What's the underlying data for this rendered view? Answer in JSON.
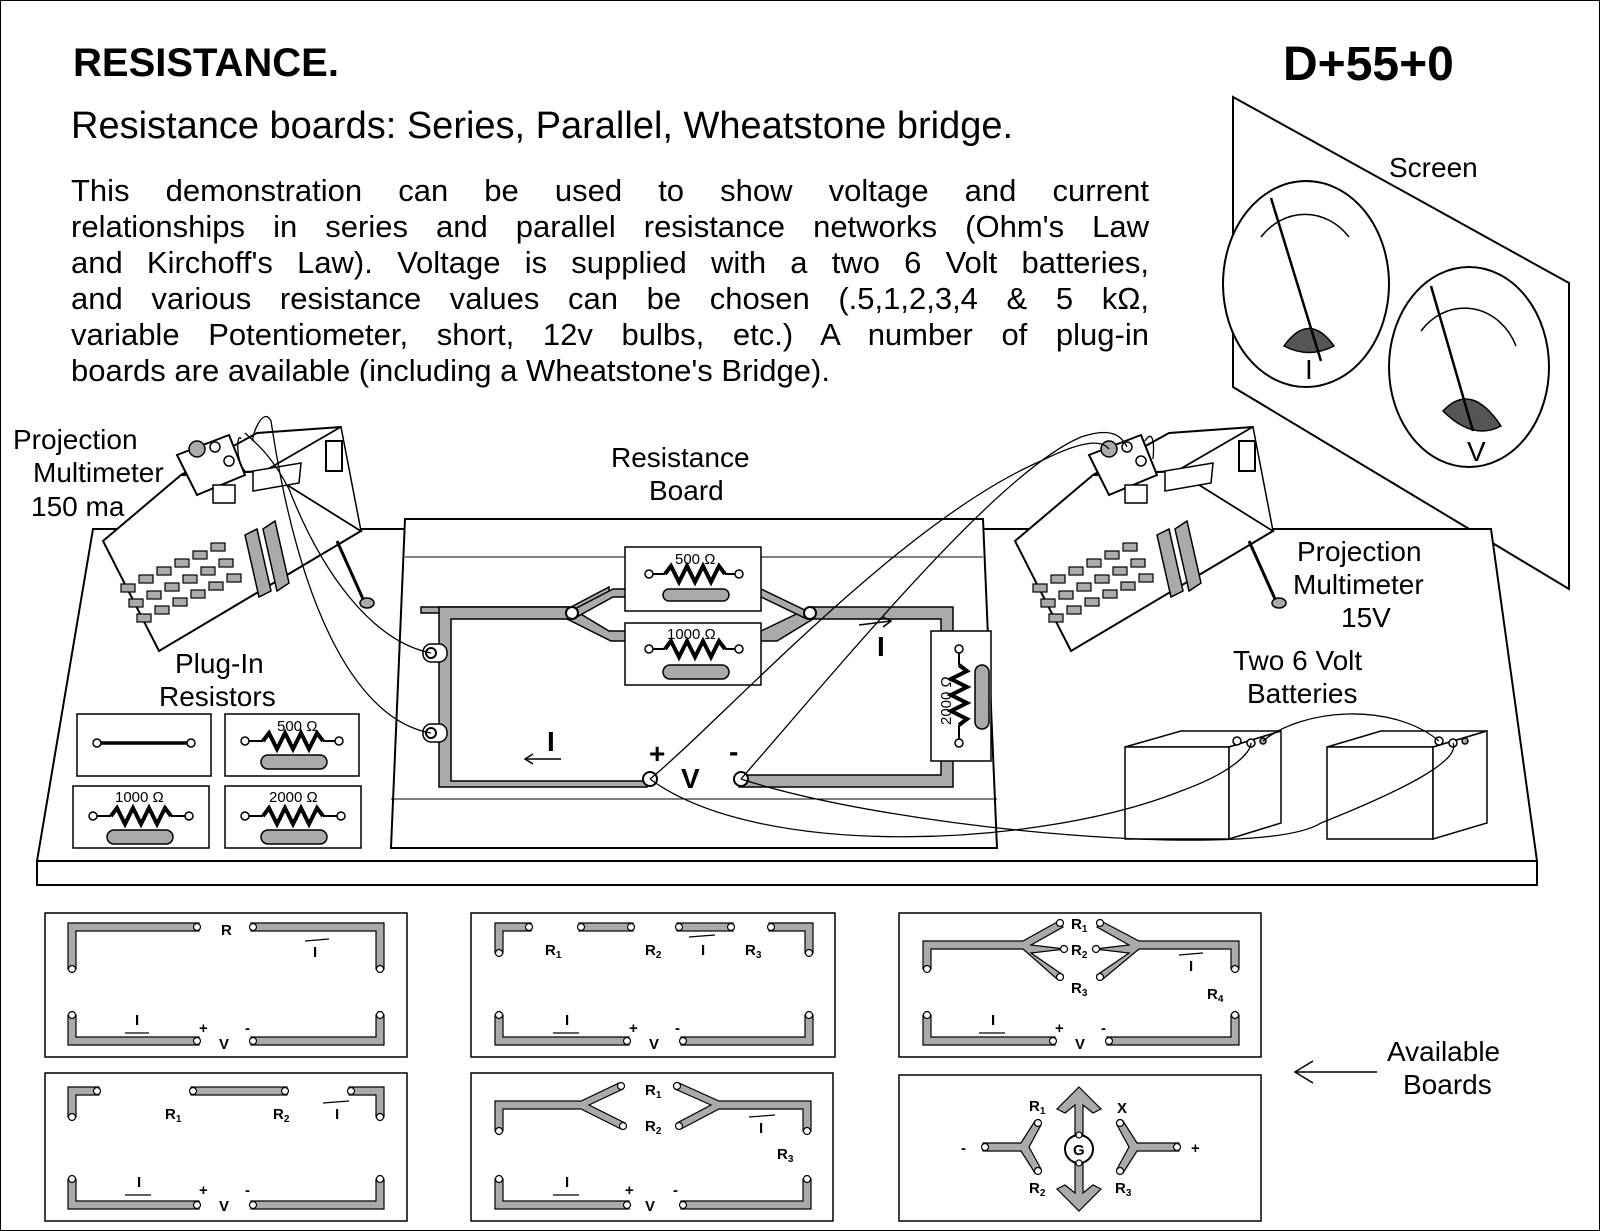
{
  "header": {
    "title": "RESISTANCE.",
    "code": "D+55+0",
    "subtitle": "Resistance boards: Series, Parallel, Wheatstone bridge.",
    "description_lines": [
      "This demonstration can be used to show voltage and current",
      "relationships in series and parallel resistance networks (Ohm's Law",
      "and Kirchoff's Law).  Voltage is supplied with a two 6 Volt batteries,",
      "and various resistance values can be chosen (.5,1,2,3,4 & 5 kΩ,",
      "variable Potentiometer, short, 12v bulbs, etc.)  A number of plug-in",
      "boards are available (including a Wheatstone's Bridge)."
    ]
  },
  "screen": {
    "label": "Screen",
    "meter_left_label": "I",
    "meter_right_label": "V"
  },
  "labels": {
    "meter_left": [
      "Projection",
      "Multimeter",
      "150 ma"
    ],
    "meter_right": [
      "Projection",
      "Multimeter",
      "15V"
    ],
    "board": [
      "Resistance",
      "Board"
    ],
    "plugin": [
      "Plug-In",
      "Resistors"
    ],
    "batteries": [
      "Two 6 Volt",
      "Batteries"
    ],
    "available": [
      "Available",
      "Boards"
    ]
  },
  "main_board": {
    "res_top": "500 Ω",
    "res_mid": "1000 Ω",
    "res_side": "2000 Ω",
    "current": "I",
    "plus": "+",
    "minus": "-",
    "voltage": "V"
  },
  "plugins": {
    "r1": "500 Ω",
    "r2": "1000 Ω",
    "r3": "2000 Ω"
  },
  "boards": {
    "b1": {
      "r": "R",
      "i_top": "I",
      "i_bot": "I",
      "plus": "+",
      "v": "V",
      "minus": "-"
    },
    "b2": {
      "r1": "R",
      "r1s": "1",
      "r2": "R",
      "r2s": "2",
      "r3": "R",
      "r3s": "3",
      "i_top": "I",
      "i_bot": "I",
      "plus": "+",
      "v": "V",
      "minus": "-"
    },
    "b3": {
      "r1": "R",
      "r1s": "1",
      "r2": "R",
      "r2s": "2",
      "r3": "R",
      "r3s": "3",
      "r4": "R",
      "r4s": "4",
      "i_top": "I",
      "i_bot": "I",
      "plus": "+",
      "v": "V",
      "minus": "-"
    },
    "b4": {
      "r1": "R",
      "r1s": "1",
      "r2": "R",
      "r2s": "2",
      "i_top": "I",
      "i_bot": "I",
      "plus": "+",
      "v": "V",
      "minus": "-"
    },
    "b5": {
      "r1": "R",
      "r1s": "1",
      "r2": "R",
      "r2s": "2",
      "r3": "R",
      "r3s": "3",
      "i_top": "I",
      "i_bot": "I",
      "plus": "+",
      "v": "V",
      "minus": "-"
    },
    "b6": {
      "r1": "R",
      "r1s": "1",
      "x": "X",
      "r2": "R",
      "r2s": "2",
      "r3": "R",
      "r3s": "3",
      "g": "G",
      "minus": "-",
      "plus": "+"
    }
  }
}
